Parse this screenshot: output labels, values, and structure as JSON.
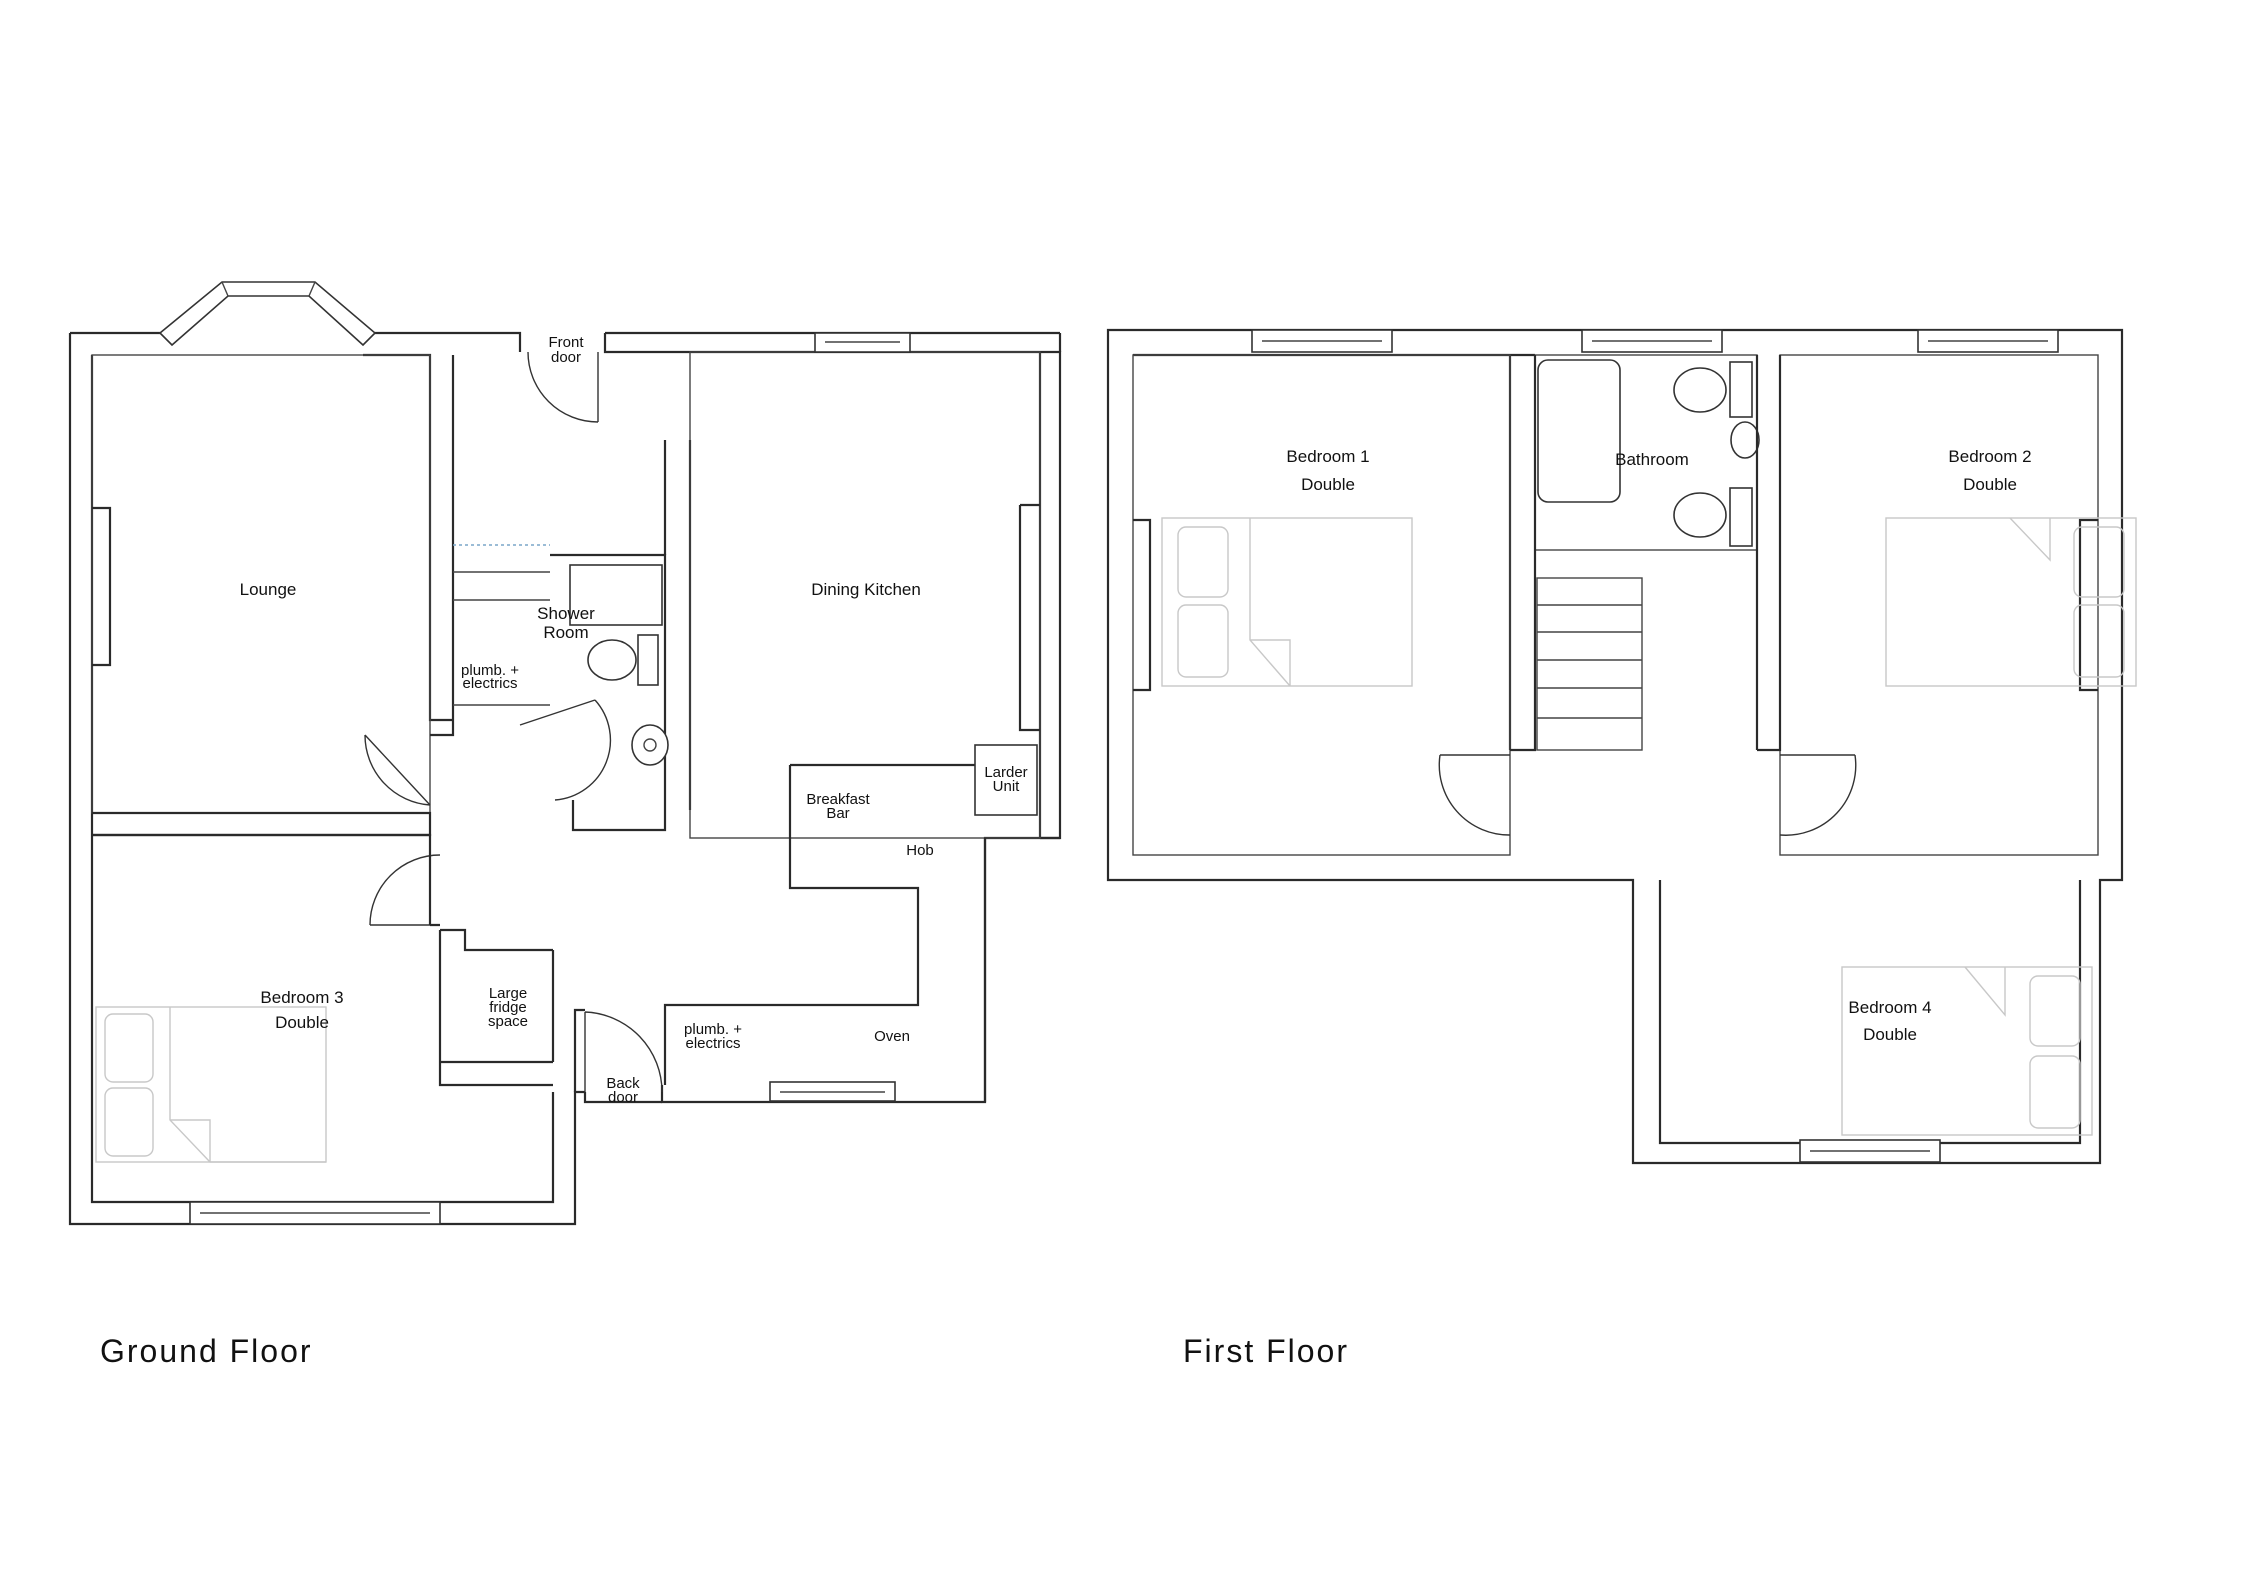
{
  "ground_floor": {
    "title": "Ground Floor",
    "rooms": {
      "lounge": "Lounge",
      "front_door": [
        "Front",
        "door"
      ],
      "shower_room": [
        "Shower",
        "Room"
      ],
      "plumb_electrics": [
        "plumb. +",
        "electrics"
      ],
      "dining_kitchen": "Dining Kitchen",
      "larder_unit": [
        "Larder",
        "Unit"
      ],
      "breakfast_bar": [
        "Breakfast",
        "Bar"
      ],
      "hob": "Hob",
      "bedroom_3": [
        "Bedroom 3",
        "Double"
      ],
      "large_fridge_space": [
        "Large",
        "fridge",
        "space"
      ],
      "kitchen_plumb_electrics": [
        "plumb. +",
        "electrics"
      ],
      "oven": "Oven",
      "back_door": [
        "Back",
        "door"
      ]
    }
  },
  "first_floor": {
    "title": "First Floor",
    "rooms": {
      "bedroom_1": [
        "Bedroom 1",
        "Double"
      ],
      "bathroom": "Bathroom",
      "bedroom_2": [
        "Bedroom 2",
        "Double"
      ],
      "bedroom_4": [
        "Bedroom 4",
        "Double"
      ]
    }
  }
}
